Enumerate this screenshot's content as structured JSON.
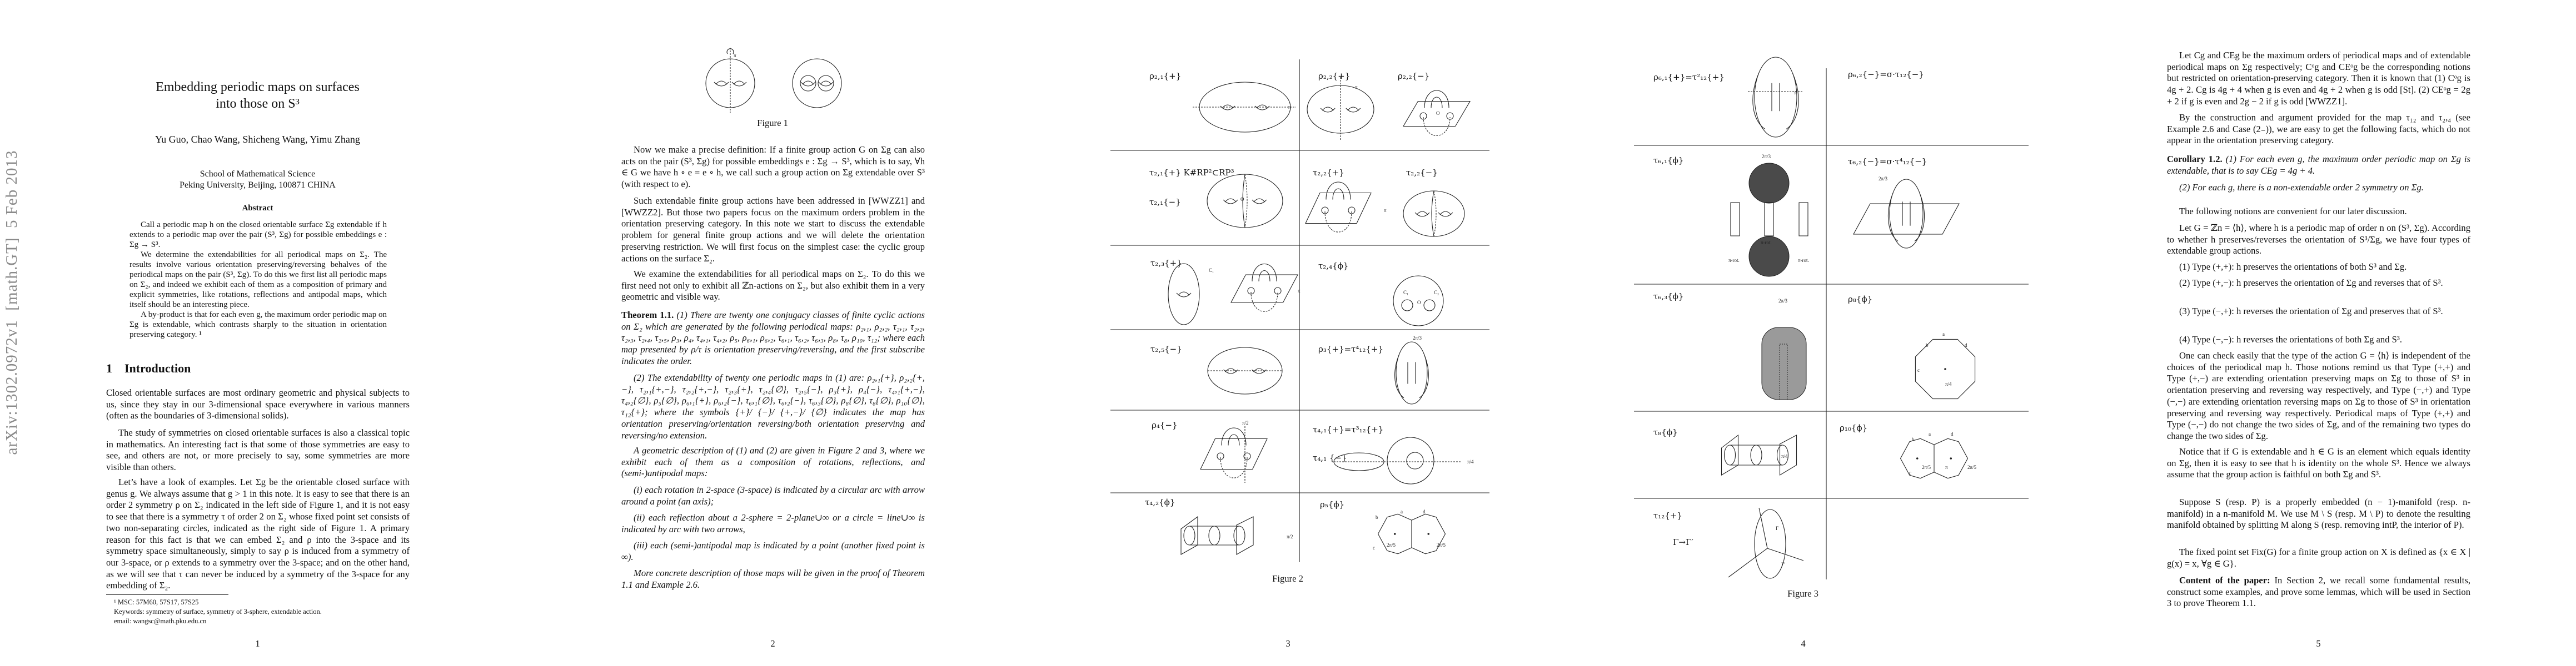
{
  "page1": {
    "arxiv_stamp": "arXiv:1302.0972v1  [math.GT]  5 Feb 2013",
    "title_lines": [
      "Embedding periodic maps on surfaces",
      "into those on S³"
    ],
    "authors": "Yu Guo, Chao Wang, Shicheng Wang, Yimu Zhang",
    "affiliation": [
      "School of Mathematical Science",
      "Peking University, Beijing, 100871 CHINA"
    ],
    "abstract_heading": "Abstract",
    "abstract": [
      "Call a periodic map h on the closed orientable surface Σg extendable if h extends to a periodic map over the pair (S³, Σg) for possible embeddings e : Σg → S³.",
      "We determine the extendabilities for all periodical maps on Σ₂. The results involve various orientation preserving/reversing behalves of the periodical maps on the pair (S³, Σg). To do this we first list all periodic maps on Σ₂, and indeed we exhibit each of them as a composition of primary and explicit symmetries, like rotations, reflections and antipodal maps, which itself should be an interesting piece.",
      "A by-product is that for each even g, the maximum order periodic map on Σg is extendable, which contrasts sharply to the situation in orientation preserving category. ¹"
    ],
    "section_number": "1",
    "section_title": "Introduction",
    "intro": [
      "Closed orientable surfaces are most ordinary geometric and physical subjects to us, since they stay in our 3-dimensional space everywhere in various manners (often as the boundaries of 3-dimensional solids).",
      "The study of symmetries on closed orientable surfaces is also a classical topic in mathematics. An interesting fact is that some of those symmetries are easy to see, and others are not, or more precisely to say, some symmetries are more visible than others.",
      "Let’s have a look of examples. Let Σg be the orientable closed surface with genus g. We always assume that g > 1 in this note. It is easy to see that there is an order 2 symmetry ρ on Σ₂ indicated in the left side of Figure 1, and it is not easy to see that there is a symmetry τ of order 2 on Σ₂ whose fixed point set consists of two non-separating circles, indicated as the right side of Figure 1. A primary reason for this fact is that we can embed Σ₂ and ρ into the 3-space and its symmetry space simultaneously, simply to say ρ is induced from a symmetry of our 3-space, or ρ extends to a symmetry over the 3-space; and on the other hand, as we will see that τ can never be induced by a symmetry of the 3-space for any embedding of Σ₂."
    ],
    "footnotes": [
      "¹ MSC: 57M60, 57S17, 57S25",
      "Keywords: symmetry of surface, symmetry of 3-sphere, extendable action.",
      "email: wangsc@math.pku.edu.cn"
    ],
    "page_number": "1"
  },
  "page2": {
    "figure": {
      "caption": "Figure 1",
      "rotation_note": "π"
    },
    "para_definition": "Now we make a precise definition: If a finite group action G on Σg can also acts on the pair (S³, Σg) for possible embeddings e : Σg → S³, which is to say, ∀h ∈ G we have h ∘ e = e ∘ h, we call such a group action on Σg extendable over S³ (with respect to e).",
    "para_such": "Such extendable finite group actions have been addressed in [WWZZ1] and [WWZZ2]. But those two papers focus on the maximum orders problem in the orientation preserving category. In this note we start to discuss the extendable problem for general finite group actions and we will delete the orientation preserving restriction. We will first focus on the simplest case: the cyclic group actions on the surface Σ₂.",
    "para_examine": "We examine the extendabilities for all periodical maps on Σ₂. To do this we first need not only to exhibit all ℤn-actions on Σ₂, but also exhibit them in a very geometric and visible way.",
    "theorem": {
      "label": "Theorem 1.1.",
      "part1": "(1) There are twenty one conjugacy classes of finite cyclic actions on Σ₂ which are generated by the following periodical maps: ρ₂,₁, ρ₂,₂, τ₂,₁, τ₂,₂, τ₂,₃, τ₂,₄, τ₂,₅, ρ₃, ρ₄, τ₄,₁, τ₄,₂, ρ₅, ρ₆,₁, ρ₆,₂, τ₆,₁, τ₆,₂, τ₆,₃, ρ₈, τ₈, ρ₁₀, τ₁₂; where each map presented by ρ/τ is orientation preserving/reversing, and the first subscribe indicates the order.",
      "part2": "(2) The extendability of twenty one periodic maps in (1) are: ρ₂,₁{+}, ρ₂,₂{+,−}, τ₂,₁{+,−}, τ₂,₂{+,−}, τ₂,₃{+}, τ₂,₄{∅}, τ₂,₅{−}, ρ₃{+}, ρ₄{−}, τ₄,₁{+,−}, τ₄,₂{∅}, ρ₅{∅}, ρ₆,₁{+}, ρ₆,₂{−}, τ₆,₁{∅}, τ₆,₂{−}, τ₆,₃{∅}, ρ₈{∅}, τ₈{∅}, ρ₁₀{∅}, τ₁₂{+}; where the symbols {+}/ {−}/ {+,−}/ {∅} indicates the map has orientation preserving/orientation reversing/both orientation preserving and reversing/no extension.",
      "geometric": "A geometric description of (1) and (2) are given in Figure 2 and 3, where we exhibit each of them as a composition of rotations, reflections, and (semi-)antipodal maps:",
      "item_i": "(i) each rotation in 2-space (3-space) is indicated by a circular arc with arrow around a point (an axis);",
      "item_ii": "(ii) each reflection about a 2-sphere = 2-plane∪∞ or a circle = line∪∞ is indicated by arc with two arrows,",
      "item_iii": "(iii) each (semi-)antipodal map is indicated by a point (another fixed point is ∞).",
      "more": "More concrete description of those maps will be given in the proof of Theorem 1.1 and Example 2.6."
    },
    "page_number": "2"
  },
  "page3": {
    "figure": {
      "caption": "Figure 2",
      "cells": [
        {
          "labels": [
            "ρ₂,₁{+}"
          ],
          "notes": [
            "π"
          ]
        },
        {
          "labels": [
            "ρ₂,₂{+}",
            "ρ₂,₂{−}"
          ],
          "notes": [
            "π",
            "O"
          ]
        },
        {
          "labels": [
            "τ₂,₁{+} K#RP²⊂RP³",
            "τ₂,₁{−}"
          ],
          "notes": [
            "O"
          ]
        },
        {
          "labels": [
            "τ₂,₂{+}",
            "τ₂,₂{−}"
          ],
          "notes": [
            "π"
          ]
        },
        {
          "labels": [
            "τ₂,₃{+}"
          ],
          "notes": [
            "C₁",
            "π"
          ]
        },
        {
          "labels": [
            "τ₂,₄{ϕ}"
          ],
          "notes": [
            "C₁",
            "C₂",
            "O"
          ]
        },
        {
          "labels": [
            "τ₂,₅{−}"
          ],
          "notes": []
        },
        {
          "labels": [
            "ρ₃{+}=τ⁴₁₂{+}"
          ],
          "notes": [
            "2π/3"
          ]
        },
        {
          "labels": [
            "ρ₄{−}"
          ],
          "notes": [
            "π/2"
          ]
        },
        {
          "labels": [
            "τ₄,₁{+}=τ³₁₂{+}",
            "τ₄,₁ {−}"
          ],
          "notes": [
            "π/4"
          ]
        },
        {
          "labels": [
            "τ₄,₂{ϕ}"
          ],
          "notes": [
            "π/2"
          ]
        },
        {
          "labels": [
            "ρ₅{ϕ}"
          ],
          "notes": [
            "2π/5",
            "2π/5",
            "a",
            "b",
            "c",
            "d"
          ]
        }
      ]
    },
    "page_number": "3"
  },
  "page4": {
    "figure": {
      "caption": "Figure 3",
      "cells": [
        {
          "labels": [
            "ρ₆,₁{+}=τ²₁₂{+}"
          ],
          "notes": [
            "π"
          ]
        },
        {
          "labels": [
            "ρ₆,₂{−}=σ·τ₁₂{−}"
          ],
          "notes": []
        },
        {
          "labels": [
            "τ₆,₁{ϕ}"
          ],
          "notes": [
            "2π/3",
            "π-rot.",
            "π-rot.",
            "π-rot."
          ]
        },
        {
          "labels": [
            "τ₆,₂{−}=σ·τ⁴₁₂{−}"
          ],
          "notes": [
            "2π/3"
          ]
        },
        {
          "labels": [
            "τ₆,₃{ϕ}"
          ],
          "notes": [
            "2π/3"
          ]
        },
        {
          "labels": [
            "ρ₈{ϕ}"
          ],
          "notes": [
            "π/4",
            "a",
            "b",
            "c",
            "d"
          ]
        },
        {
          "labels": [
            "τ₈{ϕ}"
          ],
          "notes": [
            "π/4"
          ]
        },
        {
          "labels": [
            "ρ₁₀{ϕ}"
          ],
          "notes": [
            "2π/5",
            "π",
            "2π/5",
            "a",
            "b",
            "c",
            "d"
          ]
        },
        {
          "labels": [
            "τ₁₂{+}",
            "Γ→Γ′"
          ],
          "notes": [
            "Γ",
            "Γ′"
          ]
        },
        {
          "labels": [],
          "notes": []
        }
      ]
    },
    "page_number": "4"
  },
  "page5": {
    "para_cg": "Let Cg and CEg be the maximum orders of periodical maps and of extendable periodical maps on Σg respectively; Cᵒg and CEᵒg be the corresponding notions but restricted on orientation-preserving category. Then it is known that (1) Cᵒg is 4g + 2. Cg is 4g + 4 when g is even and 4g + 2 when g is odd [St]. (2) CEᵒg = 2g + 2 if g is even and 2g − 2 if g is odd [WWZZ1].",
    "para_by": "By the construction and argument provided for the map τ₁₂ and τ₂,₄ (see Example 2.6 and Case (2₋)), we are easy to get the following facts, which do not appear in the orientation preserving category.",
    "corollary": {
      "label": "Corollary 1.2.",
      "part1": "(1) For each even g, the maximum order periodic map on Σg is extendable, that is to say CEg = 4g + 4.",
      "part2": "(2) For each g, there is a non-extendable order 2 symmetry on Σg."
    },
    "para_notions": "The following notions are convenient for our later discussion.",
    "para_letg": "Let G = ℤn = ⟨h⟩, where h is a periodic map of order n on (S³, Σg). According to whether h preserves/reverses the orientation of S³/Σg, we have four types of extendable group actions.",
    "types": [
      "(1) Type (+,+): h preserves the orientations of both S³ and Σg.",
      "(2) Type (+,−): h preserves the orientation of Σg and reverses that of S³.",
      "(3) Type (−,+): h reverses the orientation of Σg and preserves that of S³.",
      "(4) Type (−,−): h reverses the orientations of both Σg and S³."
    ],
    "para_check": "One can check easily that the type of the action G = ⟨h⟩ is independent of the choices of the periodical map h. Those notions remind us that Type (+,+) and Type (+,−) are extending orientation preserving maps on Σg to those of S³ in orientation preserving and reversing way respectively, and Type (−,+) and Type (−,−) are extending orientation reversing maps on Σg to those of S³ in orientation preserving and reversing way respectively. Periodical maps of Type (+,+) and Type (−,−) do not change the two sides of Σg, and of the remaining two types do change the two sides of Σg.",
    "para_notice": "Notice that if G is extendable and h ∈ G is an element which equals identity on Σg, then it is easy to see that h is identity on the whole S³. Hence we always assume that the group action is faithful on both Σg and S³.",
    "para_suppose": "Suppose S (resp. P) is a properly embedded (n − 1)-manifold (resp. n-manifold) in a n-manifold M. We use M \\ S (resp. M \\ P) to denote the resulting manifold obtained by splitting M along S (resp. removing intP, the interior of P).",
    "para_fixed": "The fixed point set Fix(G) for a finite group action on X is defined as {x ∈ X | g(x) = x, ∀g ∈ G}.",
    "content": {
      "label": "Content of the paper:",
      "text": " In Section 2, we recall some fundamental results, construct some examples, and prove some lemmas, which will be used in Section 3 to prove Theorem 1.1."
    },
    "page_number": "5"
  }
}
